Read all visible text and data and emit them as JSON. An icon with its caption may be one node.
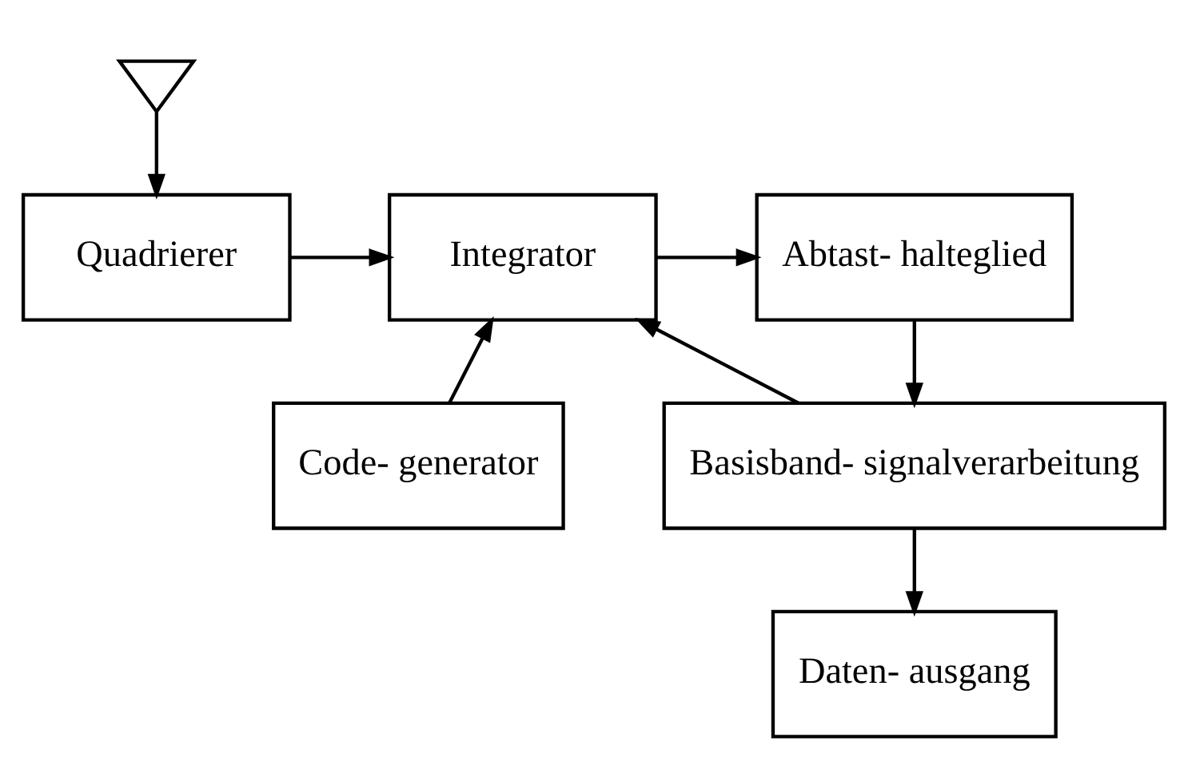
{
  "diagram": {
    "nodes": [
      {
        "text": [],
        "shape": "triangle"
      },
      {
        "text": [
          "Quadrierer"
        ]
      },
      {
        "text": [
          "Integrator"
        ]
      },
      {
        "text": [
          "Abtast- halteglied"
        ]
      },
      {
        "text": [
          "Basisband- signalverarbeitung"
        ]
      },
      {
        "text": [
          "Code- generator"
        ]
      },
      {
        "text": [
          "Daten- ausgang"
        ]
      }
    ],
    "edges": [
      {
        "from": 0,
        "to": 1,
        "arrow": "to"
      },
      {
        "from": 1,
        "to": 2,
        "arrow": "to"
      },
      {
        "from": 2,
        "to": 3,
        "arrow": "to"
      },
      {
        "from": 3,
        "to": 4,
        "arrow": "to"
      },
      {
        "from": 4,
        "to": 2,
        "arrow": "to"
      },
      {
        "from": 5,
        "to": 2,
        "arrow": "to"
      },
      {
        "from": 4,
        "to": 6,
        "arrow": "to"
      }
    ]
  }
}
